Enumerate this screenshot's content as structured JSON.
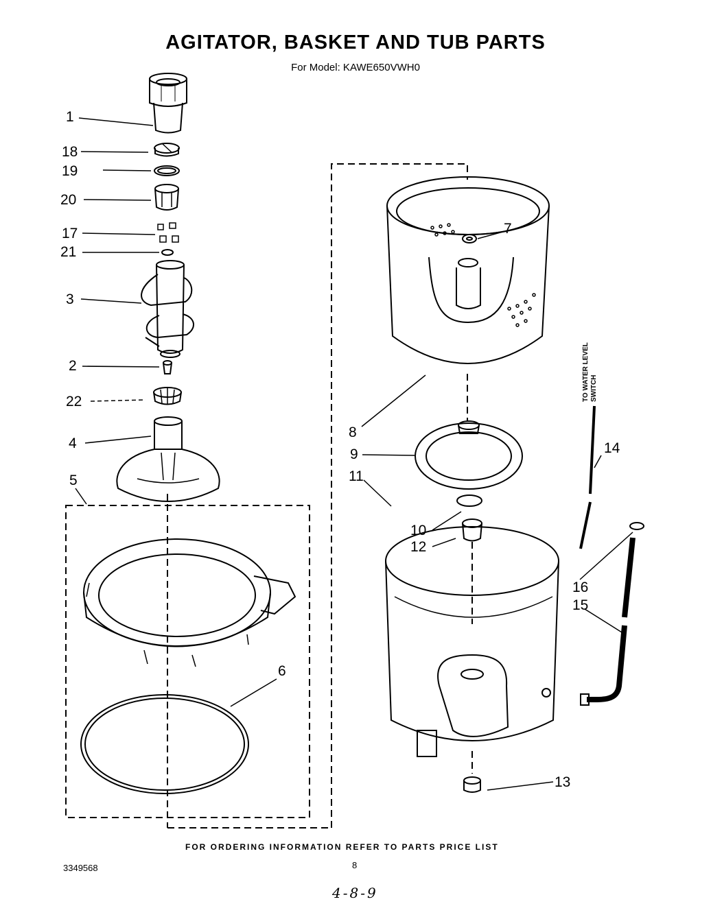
{
  "title": "AGITATOR, BASKET AND TUB PARTS",
  "subtitle": "For Model: KAWE650VWH0",
  "footer_note": "FOR ORDERING INFORMATION REFER TO PARTS PRICE LIST",
  "doc_number": "3349568",
  "page_number": "8",
  "handwritten_date": "4-8-9",
  "side_note": "TO WATER LEVEL SWITCH",
  "callouts": {
    "c1": "1",
    "c18": "18",
    "c19": "19",
    "c20": "20",
    "c17": "17",
    "c21": "21",
    "c3": "3",
    "c2": "2",
    "c22": "22",
    "c4": "4",
    "c5": "5",
    "c6": "6",
    "c7": "7",
    "c8": "8",
    "c9": "9",
    "c11": "11",
    "c10": "10",
    "c12": "12",
    "c14": "14",
    "c16": "16",
    "c15": "15",
    "c13": "13"
  },
  "parts": [
    {
      "number": "1",
      "icon": "agitator-cap-icon"
    },
    {
      "number": "18",
      "icon": "cap-insert-icon"
    },
    {
      "number": "19",
      "icon": "snap-ring-icon"
    },
    {
      "number": "20",
      "icon": "dog-cam-icon"
    },
    {
      "number": "17",
      "icon": "dog-clips-icon"
    },
    {
      "number": "21",
      "icon": "o-ring-icon"
    },
    {
      "number": "3",
      "icon": "agitator-auger-icon"
    },
    {
      "number": "2",
      "icon": "bolt-icon"
    },
    {
      "number": "22",
      "icon": "drive-block-icon"
    },
    {
      "number": "4",
      "icon": "agitator-base-icon"
    },
    {
      "number": "5",
      "icon": "tub-ring-icon"
    },
    {
      "number": "6",
      "icon": "tub-ring-gasket-icon"
    },
    {
      "number": "7",
      "icon": "basket-drive-nut-icon"
    },
    {
      "number": "8",
      "icon": "wash-basket-icon"
    },
    {
      "number": "9",
      "icon": "basket-hub-icon"
    },
    {
      "number": "11",
      "icon": "outer-tub-icon"
    },
    {
      "number": "10",
      "icon": "spanner-nut-icon"
    },
    {
      "number": "12",
      "icon": "tub-seal-icon"
    },
    {
      "number": "14",
      "icon": "air-dome-hose-icon"
    },
    {
      "number": "16",
      "icon": "hose-clamp-icon"
    },
    {
      "number": "15",
      "icon": "pump-hose-icon"
    },
    {
      "number": "13",
      "icon": "tub-plug-icon"
    }
  ]
}
